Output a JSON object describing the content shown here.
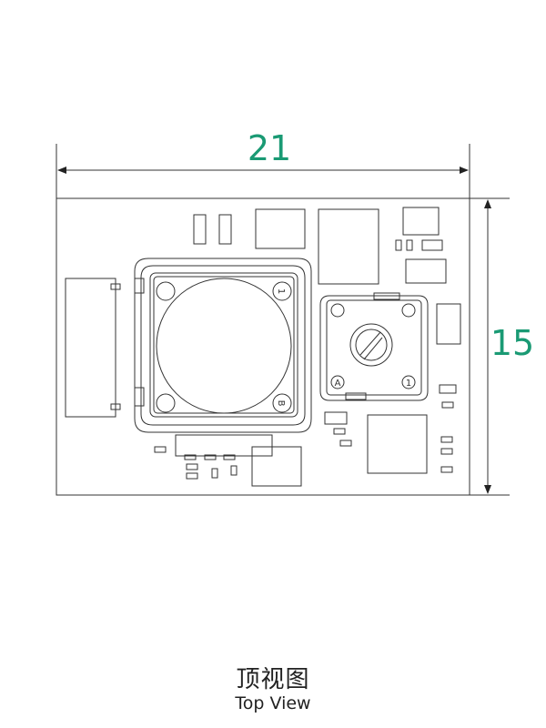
{
  "dimensions": {
    "width_label": "21",
    "height_label": "15"
  },
  "components": {
    "left_button_mark_top": "1",
    "left_button_mark_bottom": "B",
    "right_button_mark_left": "A",
    "right_button_mark_right": "1"
  },
  "caption": {
    "title_cn": "顶视图",
    "title_en": "Top View"
  },
  "colors": {
    "dimension_text": "#1a9a74",
    "lines": "#333333"
  }
}
